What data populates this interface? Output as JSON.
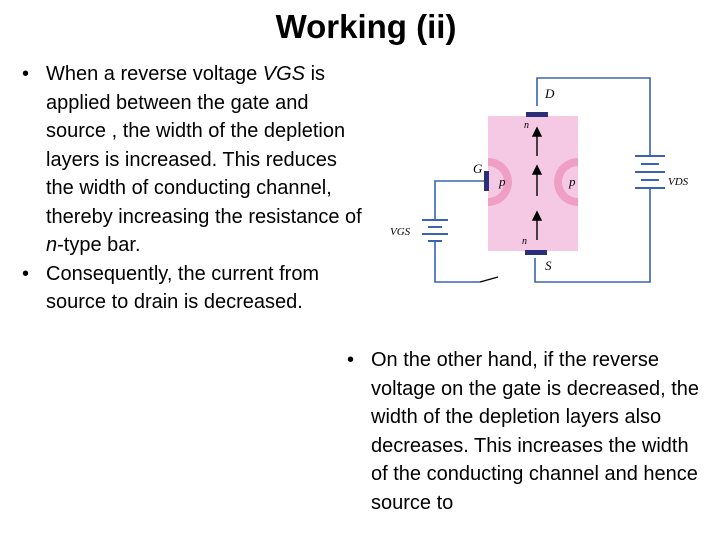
{
  "slide": {
    "title": "Working (ii)"
  },
  "left_bullets": [
    {
      "before": "When a reverse voltage ",
      "emph": "VGS",
      "after": " is applied between the gate and source , the width of the depletion layers is increased. This reduces the width of conducting channel, thereby increasing the resistance of ",
      "emph2": "n",
      "after2": "-type bar."
    },
    {
      "text": "Consequently, the current from source to drain is decreased."
    }
  ],
  "right_bullets": [
    {
      "text": "On the other hand, if the reverse voltage on the gate is decreased, the width of the depletion layers also decreases. This increases the width of the conducting channel and hence source to"
    }
  ],
  "diagram": {
    "labels": {
      "drain": "D",
      "source": "S",
      "gate": "G",
      "n_top": "n",
      "n_bottom": "n",
      "p_left": "p",
      "p_right": "p",
      "vds": "VDS",
      "vgs": "VGS"
    },
    "colors": {
      "channel": "#f5c9e4",
      "depletion": "#ef9fc4",
      "wire": "#3a63b3",
      "terminal": "#2b2f7a"
    }
  }
}
